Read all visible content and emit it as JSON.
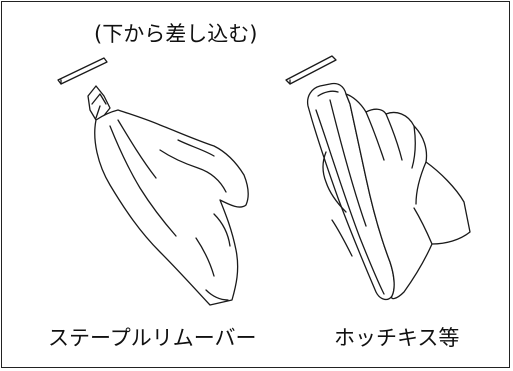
{
  "top_note": "(下から差し込む)",
  "labels": {
    "left_tool": "ステープルリムーバー",
    "right_tool": "ホッチキス等"
  }
}
